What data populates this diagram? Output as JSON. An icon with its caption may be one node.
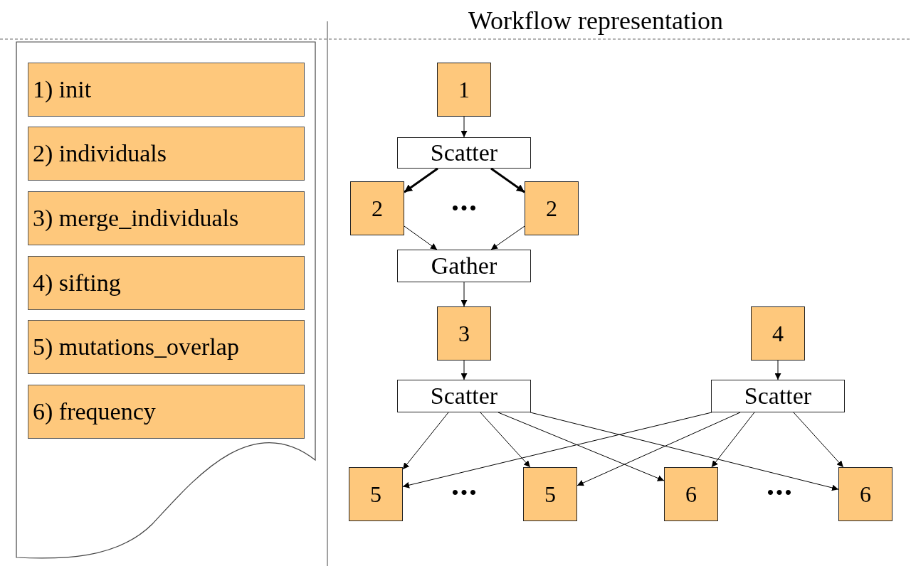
{
  "diagram": {
    "nodes": [
      {
        "text": [],
        "shape": "document"
      },
      {
        "text": [
          "1) init"
        ],
        "in": 0
      },
      {
        "text": [
          "2) individuals"
        ],
        "in": 0
      },
      {
        "text": [
          "3) merge_individuals"
        ],
        "in": 0
      },
      {
        "text": [
          "4) sifting"
        ],
        "in": 0
      },
      {
        "text": [
          "5) mutations_overlap"
        ],
        "in": 0
      },
      {
        "text": [
          "6) frequency"
        ],
        "in": 0
      },
      {
        "text": [
          "1"
        ]
      },
      {
        "text": [
          "Scatter"
        ]
      },
      {
        "text": [
          "2"
        ]
      },
      {
        "text": [
          "2"
        ]
      },
      {
        "text": [
          "Gather"
        ]
      },
      {
        "text": [
          "3"
        ]
      },
      {
        "text": [
          "4"
        ]
      },
      {
        "text": [
          "Scatter"
        ]
      },
      {
        "text": [
          "Scatter"
        ]
      },
      {
        "text": [
          "5"
        ]
      },
      {
        "text": [
          "5"
        ]
      },
      {
        "text": [
          "6"
        ]
      },
      {
        "text": [
          "6"
        ]
      }
    ],
    "edges": [
      {
        "from": 7,
        "to": 8,
        "arrow": "to"
      },
      {
        "from": 8,
        "to": 9,
        "arrow": "to",
        "style": "thick"
      },
      {
        "from": 8,
        "to": 10,
        "arrow": "to",
        "style": "thick"
      },
      {
        "from": 9,
        "to": 11,
        "arrow": "to"
      },
      {
        "from": 10,
        "to": 11,
        "arrow": "to"
      },
      {
        "from": 11,
        "to": 12,
        "arrow": "to"
      },
      {
        "from": 12,
        "to": 14,
        "arrow": "to"
      },
      {
        "from": 13,
        "to": 15,
        "arrow": "to"
      },
      {
        "from": 14,
        "to": 16,
        "arrow": "to"
      },
      {
        "from": 14,
        "to": 17,
        "arrow": "to"
      },
      {
        "from": 14,
        "to": 18,
        "arrow": "to"
      },
      {
        "from": 14,
        "to": 19,
        "arrow": "to"
      },
      {
        "from": 15,
        "to": 16,
        "arrow": "to"
      },
      {
        "from": 15,
        "to": 17,
        "arrow": "to"
      },
      {
        "from": 15,
        "to": 18,
        "arrow": "to"
      },
      {
        "from": 15,
        "to": 19,
        "arrow": "to"
      }
    ],
    "labels": [
      "Workflow representation",
      "•••",
      "•••",
      "•••"
    ]
  }
}
